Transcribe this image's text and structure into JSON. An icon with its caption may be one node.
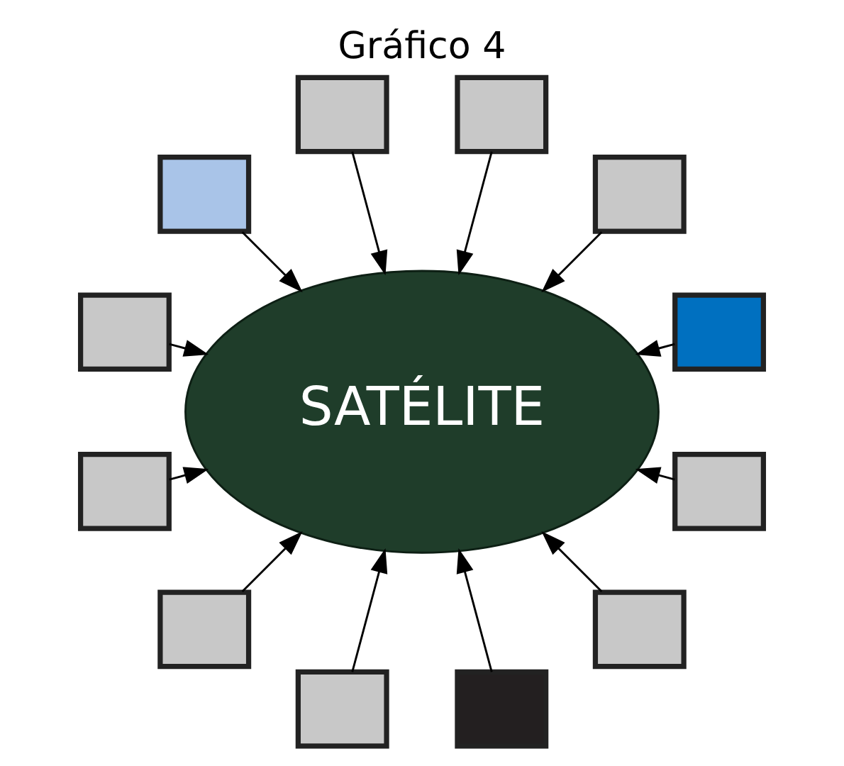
{
  "diagram": {
    "title": "Gráfico 4",
    "nodes": [
      {
        "text": [
          "SATÉLITE"
        ]
      },
      {
        "text": [],
        "shape": "box"
      },
      {
        "text": [],
        "shape": "box"
      },
      {
        "text": [],
        "shape": "box"
      },
      {
        "text": [],
        "shape": "box"
      },
      {
        "text": [],
        "shape": "box"
      },
      {
        "text": [],
        "shape": "box"
      },
      {
        "text": [],
        "shape": "box"
      },
      {
        "text": [],
        "shape": "box"
      },
      {
        "text": [],
        "shape": "box"
      },
      {
        "text": [],
        "shape": "box"
      },
      {
        "text": [],
        "shape": "box"
      },
      {
        "text": [],
        "shape": "box"
      }
    ],
    "edges": [
      {
        "from": 1,
        "to": 0,
        "arrow": "to"
      },
      {
        "from": 2,
        "to": 0,
        "arrow": "to"
      },
      {
        "from": 3,
        "to": 0,
        "arrow": "to"
      },
      {
        "from": 4,
        "to": 0,
        "arrow": "to"
      },
      {
        "from": 5,
        "to": 0,
        "arrow": "to"
      },
      {
        "from": 6,
        "to": 0,
        "arrow": "to"
      },
      {
        "from": 7,
        "to": 0,
        "arrow": "to"
      },
      {
        "from": 8,
        "to": 0,
        "arrow": "to"
      },
      {
        "from": 9,
        "to": 0,
        "arrow": "to"
      },
      {
        "from": 10,
        "to": 0,
        "arrow": "to"
      },
      {
        "from": 11,
        "to": 0,
        "arrow": "to"
      },
      {
        "from": 12,
        "to": 0,
        "arrow": "to"
      }
    ]
  }
}
